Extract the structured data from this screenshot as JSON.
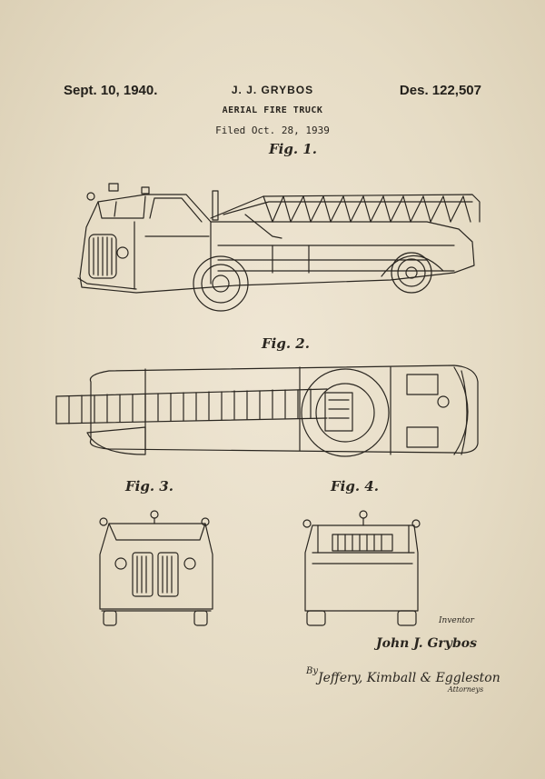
{
  "header": {
    "date": "Sept. 10, 1940.",
    "inventor": "J. J. GRYBOS",
    "design_number": "Des. 122,507",
    "title": "AERIAL FIRE TRUCK",
    "filed": "Filed Oct. 28, 1939"
  },
  "figures": {
    "fig1": "Fig. 1.",
    "fig2": "Fig. 2.",
    "fig3": "Fig. 3.",
    "fig4": "Fig. 4."
  },
  "signature_block": {
    "inventor_label": "Inventor",
    "inventor_signature": "John J. Grybos",
    "by_label": "By",
    "attorneys_signature": "Jeffery, Kimball & Eggleston",
    "attorneys_label": "Attorneys"
  },
  "colors": {
    "paper": "#e8dfca",
    "ink": "#2a2620"
  }
}
